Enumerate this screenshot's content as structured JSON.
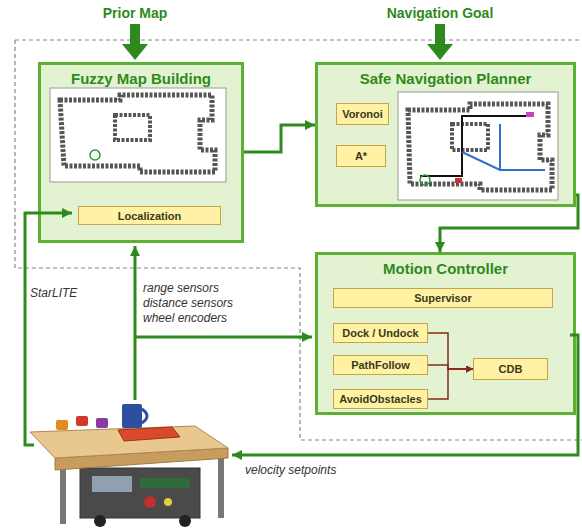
{
  "diagram": {
    "nodes": [
      {
        "text": [
          "Fuzzy Map Building"
        ]
      },
      {
        "text": [
          "Localization"
        ],
        "in": 0
      },
      {
        "text": [
          "Safe Navigation Planner"
        ]
      },
      {
        "text": [
          "Voronoi"
        ],
        "in": 2
      },
      {
        "text": [
          "A*"
        ],
        "in": 2
      },
      {
        "text": [
          "Motion Controller"
        ]
      },
      {
        "text": [
          "Supervisor"
        ],
        "in": 5
      },
      {
        "text": [
          "Dock / Undock"
        ],
        "in": 5
      },
      {
        "text": [
          "PathFollow"
        ],
        "in": 5
      },
      {
        "text": [
          "AvoidObstacles"
        ],
        "in": 5
      },
      {
        "text": [
          "CDB"
        ],
        "in": 5
      }
    ],
    "edges": [
      {
        "from": 0,
        "to": 2,
        "arrow": "to"
      },
      {
        "from": 2,
        "to": 5,
        "arrow": "to"
      },
      {
        "from": 7,
        "to": 10,
        "arrow": "to"
      },
      {
        "from": 8,
        "to": 10,
        "arrow": "to"
      },
      {
        "from": 9,
        "to": 10,
        "arrow": "to"
      }
    ],
    "labels": [
      "Prior Map",
      "Navigation Goal",
      "StarLITE",
      "range sensors",
      "distance sensors",
      "wheel encoders",
      "velocity setpoints"
    ]
  }
}
